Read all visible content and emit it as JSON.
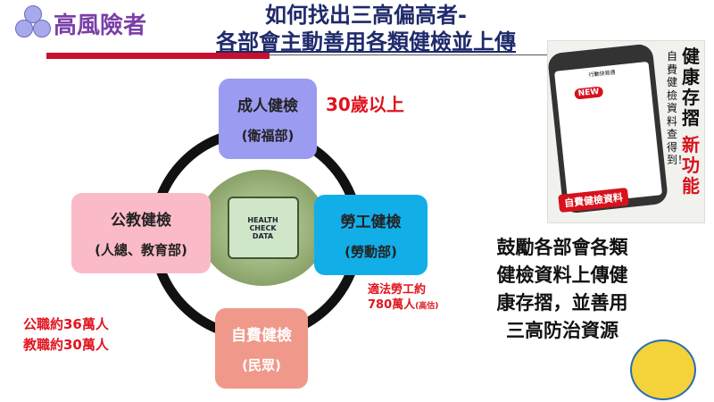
{
  "header": {
    "brand": "高風險者",
    "title_line1": "如何找出三高偏高者-",
    "title_line2": "各部會主動善用各類健檢並上傳"
  },
  "diagram": {
    "center": {
      "icon": "health-check-data-upload-icon",
      "label_lines": [
        "HEALTH",
        "CHECK",
        "DATA"
      ]
    },
    "boxes": [
      {
        "title": "成人健檢",
        "sub": "(衛福部)",
        "color": "#9b9bf2"
      },
      {
        "title": "勞工健檢",
        "sub": "(勞動部)",
        "color": "#12aee8"
      },
      {
        "title": "自費健檢",
        "sub": "(民眾)",
        "color": "#f0998a"
      },
      {
        "title": "公教健檢",
        "sub": "(人總、教育部)",
        "color": "#fbbac8"
      }
    ],
    "notes": {
      "adult": "30歲以上",
      "labor_line1": "適法勞工約",
      "labor_line2": "780萬人",
      "labor_small": "(高估)",
      "civil_line1": "公職約36萬人",
      "civil_line2": "教職約30萬人"
    }
  },
  "promo": {
    "title": "健康存摺",
    "badge": "新功能",
    "subtitle": "自費健檢資料查得到！",
    "banner": "自費健檢資料",
    "new_tag": "NEW",
    "app_title": "行動快易通"
  },
  "slogan": [
    "鼓勵各部會各類",
    "健檢資料上傳健",
    "康存摺，並善用",
    "三高防治資源"
  ],
  "colors": {
    "accent_red": "#e0141e",
    "title": "#1f2a6b",
    "brand": "#7a3fa8"
  }
}
